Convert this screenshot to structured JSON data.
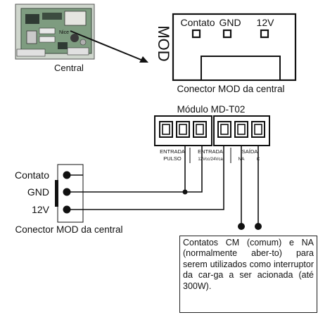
{
  "board": {
    "caption": "Central",
    "brand": "Nice"
  },
  "top_connector": {
    "side_label": "MOD",
    "pins": [
      "Contato",
      "GND",
      "12V"
    ],
    "caption": "Conector MOD da central"
  },
  "module": {
    "title": "Módulo MD-T02",
    "groups": [
      {
        "line1": "ENTRADA",
        "line2": "PULSO"
      },
      {
        "line1": "ENTRADA",
        "line2": "12Vcc/24Vca"
      },
      {
        "line1": "SAÍDA",
        "line2a": "NA",
        "line2b": "C"
      }
    ]
  },
  "bottom_connector": {
    "pins": [
      "Contato",
      "GND",
      "12V"
    ],
    "caption": "Conector MOD da central"
  },
  "note": {
    "text": "Contatos CM (comum) e NA (normalmente aber-to) para serem utilizados como interruptor da car-ga a ser acionada (até 300W)."
  },
  "colors": {
    "ink": "#111111",
    "board_green": "#6f8f72",
    "board_dark": "#2f3a33"
  }
}
